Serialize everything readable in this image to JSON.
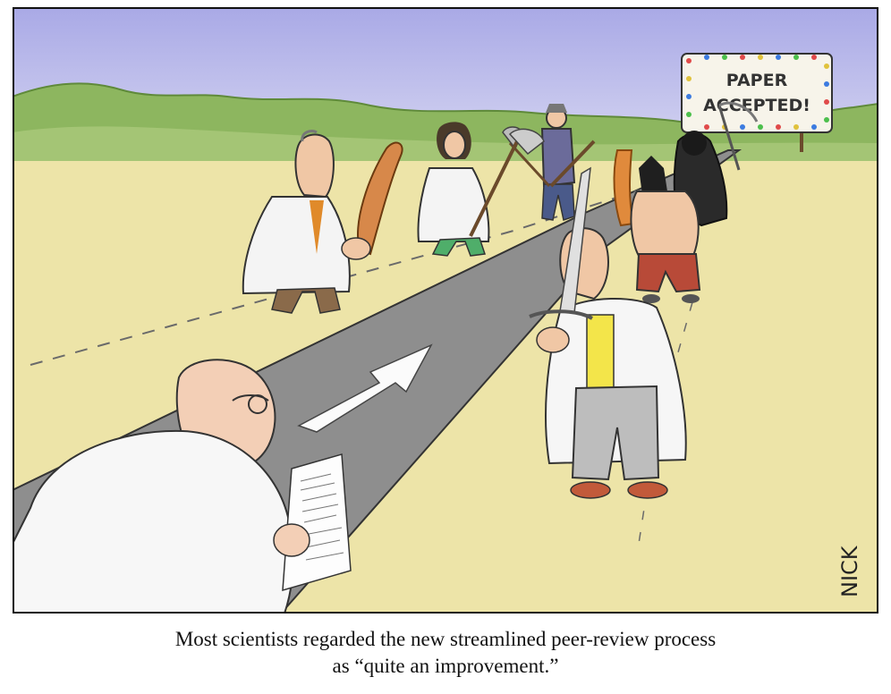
{
  "cartoon": {
    "sign_line1": "PAPER",
    "sign_line2": "ACCEPTED!",
    "signature": "NICK"
  },
  "caption": {
    "line1": "Most scientists regarded the new streamlined peer-review process",
    "line2": "as “quite an improvement.”"
  },
  "colors": {
    "sky": "#b8b8ea",
    "hills": "#8cb55e",
    "ground": "#ece3a6",
    "road": "#8c8c8c",
    "lab_coat": "#f5f5f5",
    "outline": "#222222"
  }
}
